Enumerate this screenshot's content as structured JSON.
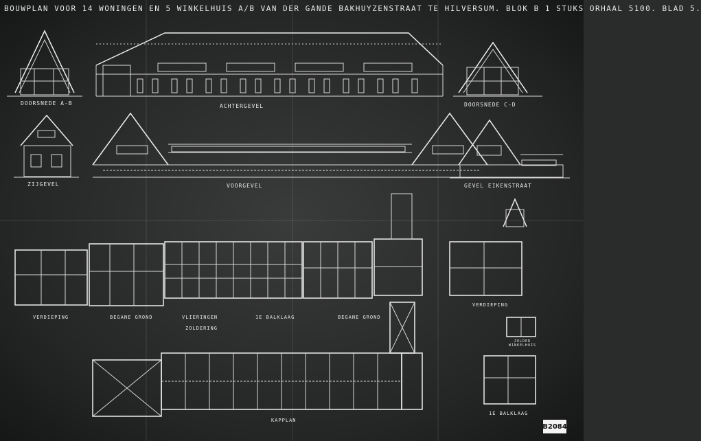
{
  "title": "Bouwplan voor 14 woningen en 5 winkelhuis a/b van der Gande Bakhuyzenstraat te Hilversum. Blok B 1 stuks orhaal 5100. Blad 5.",
  "labels": {
    "doorsnede_ab": "Doorsnede A-B",
    "achtergevel": "Achtergevel",
    "doorsnede_cd": "Doorsnede C-D",
    "zijgevel": "Zijgevel",
    "voorgevel": "Voorgevel",
    "gevel_eikenstraat": "Gevel Eikenstraat",
    "verdieping_left": "Verdieping",
    "begane_grond_left": "Begane grond",
    "vlieringen": "Vlieringen",
    "zoldering": "Zoldering",
    "balklaag_1": "1e Balklaag",
    "begane_grond_right": "Begane grond",
    "verdieping_right": "Verdieping",
    "kapplan": "Kapplan",
    "balklaag_bottom": "1e Balklaag",
    "zolder_winkelhuis": "Zolder winkelhuis"
  },
  "stamp": "B2084"
}
